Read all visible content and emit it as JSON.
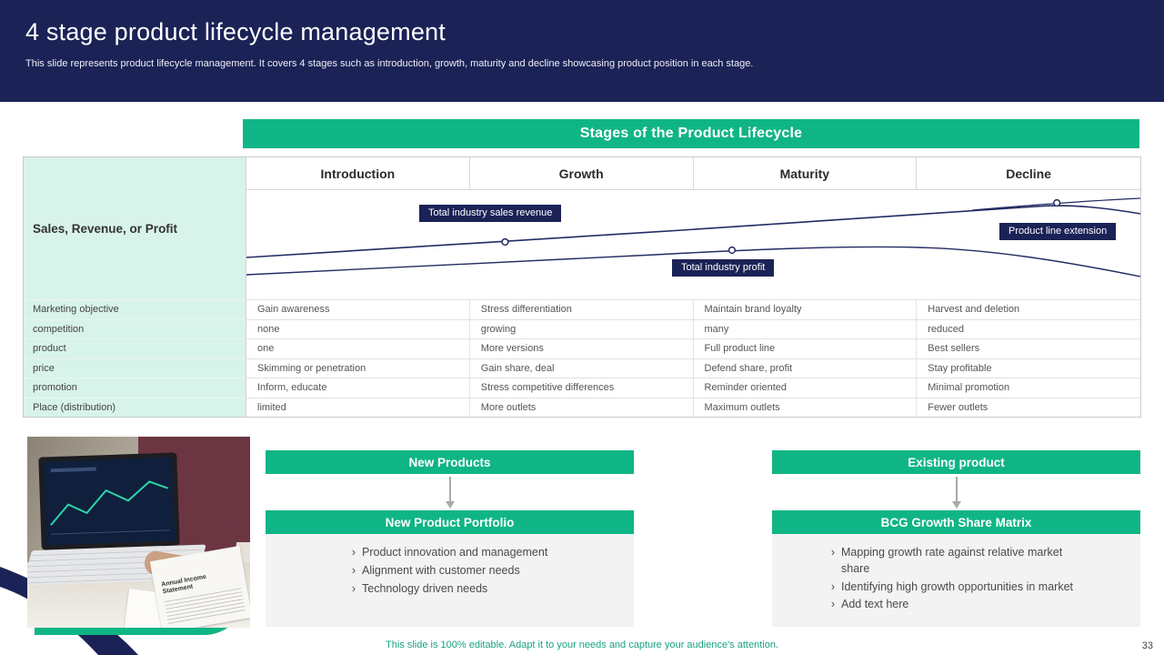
{
  "header": {
    "title": "4 stage product lifecycle management",
    "subtitle": "This slide represents product lifecycle management. It covers 4 stages such as introduction, growth, maturity and decline showcasing product position in each stage."
  },
  "banner": "Stages of the Product Lifecycle",
  "bullet_char": "›",
  "table": {
    "row_header": "Sales, Revenue, or Profit",
    "columns": [
      "Introduction",
      "Growth",
      "Maturity",
      "Decline"
    ],
    "rows": [
      {
        "label": "Marketing objective",
        "values": [
          "Gain awareness",
          "Stress differentiation",
          "Maintain brand loyalty",
          "Harvest and deletion"
        ]
      },
      {
        "label": "competition",
        "values": [
          "none",
          "growing",
          "many",
          "reduced"
        ]
      },
      {
        "label": "product",
        "values": [
          "one",
          "More versions",
          "Full product line",
          "Best sellers"
        ]
      },
      {
        "label": "price",
        "values": [
          "Skimming or penetration",
          "Gain share, deal",
          "Defend share, profit",
          "Stay profitable"
        ]
      },
      {
        "label": "promotion",
        "values": [
          "Inform, educate",
          "Stress competitive differences",
          "Reminder oriented",
          "Minimal promotion"
        ]
      },
      {
        "label": "Place (distribution)",
        "values": [
          "limited",
          "More outlets",
          "Maximum outlets",
          "Fewer outlets"
        ]
      }
    ]
  },
  "chart_labels": {
    "revenue": "Total industry sales revenue",
    "profit": "Total industry profit",
    "extension": "Product line extension"
  },
  "left_flow": {
    "top": "New Products",
    "mid": "New Product Portfolio",
    "bullets": [
      "Product innovation and management",
      "Alignment with customer needs",
      "Technology driven needs"
    ]
  },
  "right_flow": {
    "top": "Existing product",
    "mid": "BCG Growth Share Matrix",
    "bullets": [
      "Mapping growth rate against relative market share",
      "Identifying high growth opportunities in market",
      "Add text here"
    ]
  },
  "photo": {
    "paper_label": "Annual Income Statement"
  },
  "footer": {
    "note": "This slide is 100% editable. Adapt it to your needs and capture your audience's attention.",
    "page": "33"
  },
  "colors": {
    "navy": "#1b2256",
    "green": "#10b585",
    "mint": "#d8f3ea"
  }
}
